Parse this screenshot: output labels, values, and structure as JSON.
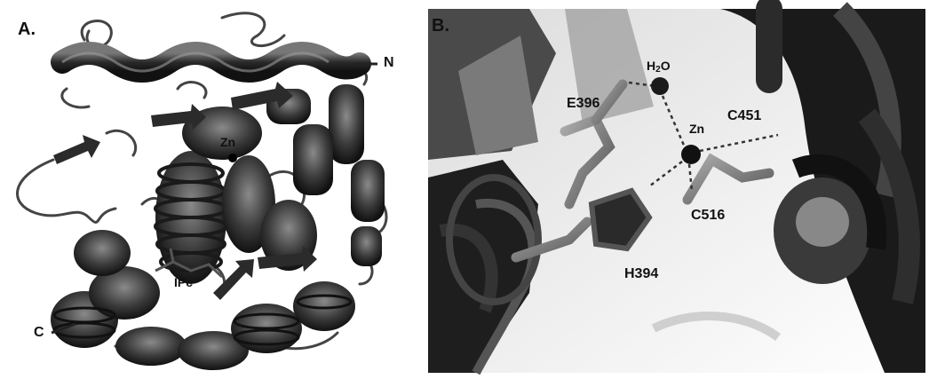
{
  "panel_a": {
    "letter": "A.",
    "labels": {
      "n_term": "N",
      "c_term": "C",
      "zinc": "Zn",
      "ipc": "IPc"
    }
  },
  "panel_b": {
    "letter": "B.",
    "water": {
      "h": "H",
      "sub": "2",
      "o": "O"
    },
    "labels": {
      "e396": "E396",
      "zn": "Zn",
      "c451": "C451",
      "c516": "C516",
      "h394": "H394"
    }
  }
}
